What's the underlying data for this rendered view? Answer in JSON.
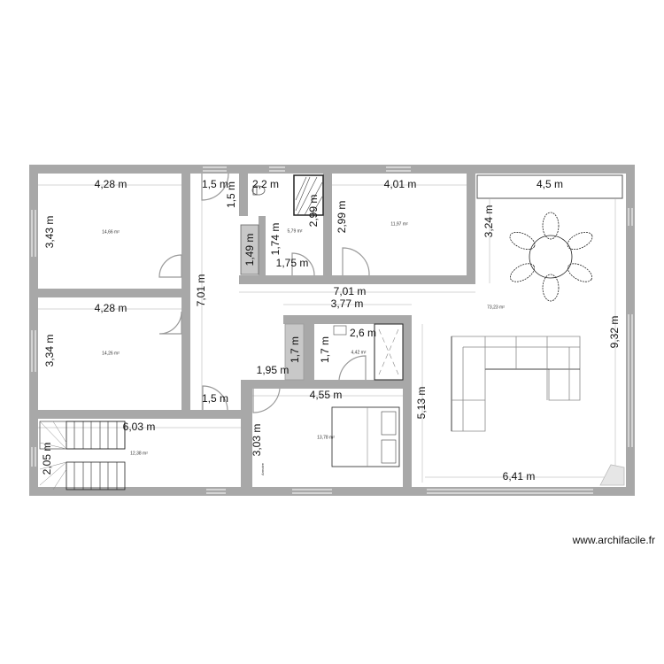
{
  "plan": {
    "dimensions": [
      "4,28 m",
      "3,43 m",
      "1,5 m",
      "1,5 m",
      "2,2 m",
      "2,99 m",
      "1,74 m",
      "1,49 m",
      "1,75 m",
      "4,01 m",
      "2,99 m",
      "4,5 m",
      "3,24 m",
      "7,01 m",
      "7,01 m",
      "4,28 m",
      "3,77 m",
      "3,34 m",
      "2,6 m",
      "1,7 m",
      "1,7 m",
      "1,95 m",
      "9,32 m",
      "1,5 m",
      "4,55 m",
      "5,13 m",
      "6,03 m",
      "3,03 m",
      "2,05 m",
      "6,41 m"
    ],
    "areas": [
      "14,66 m²",
      "5,79 m²",
      "11,97 m²",
      "14,26 m²",
      "4,42 m²",
      "13,78 m²",
      "12,38 m²",
      "73,23 m²"
    ],
    "furniture_label": "Armoire",
    "wall_color": "#a8a8a8"
  },
  "watermark": "www.archifacile.fr"
}
